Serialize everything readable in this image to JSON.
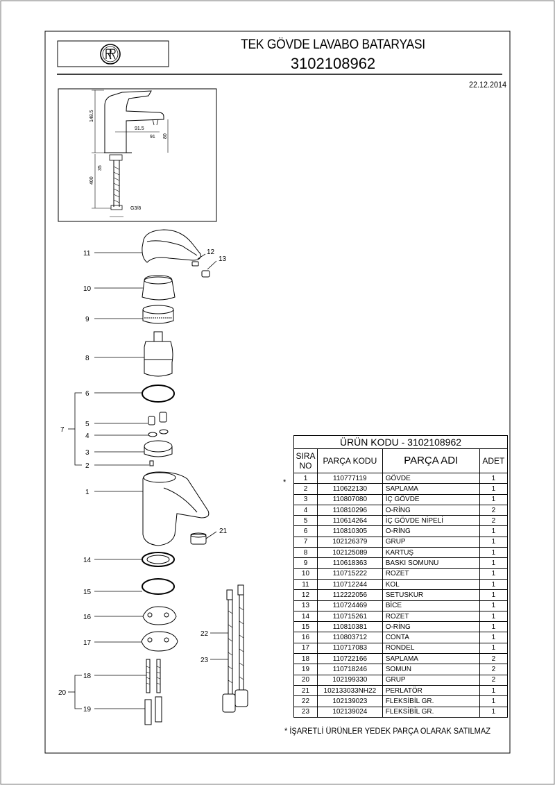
{
  "header": {
    "title": "TEK GÖVDE LAVABO BATARYASI",
    "product_code": "3102108962",
    "date": "22.12.2014"
  },
  "dimension_labels": {
    "height": "148.5",
    "reach": "91.5",
    "angle": "91",
    "spout_height": "80",
    "shank": "35",
    "hose": "400",
    "thread": "G3/8"
  },
  "callouts": [
    "1",
    "2",
    "3",
    "4",
    "5",
    "6",
    "7",
    "8",
    "9",
    "10",
    "11",
    "12",
    "13",
    "14",
    "15",
    "16",
    "17",
    "18",
    "19",
    "20",
    "21",
    "22",
    "23"
  ],
  "table": {
    "caption": "ÜRÜN KODU - 3102108962",
    "headers": {
      "no_line1": "SIRA",
      "no_line2": "NO",
      "code": "PARÇA KODU",
      "name": "PARÇA ADI",
      "qty": "ADET"
    },
    "rows": [
      {
        "no": "1",
        "code": "110777119",
        "name": "GÖVDE",
        "qty": "1"
      },
      {
        "no": "2",
        "code": "110622130",
        "name": "SAPLAMA",
        "qty": "1"
      },
      {
        "no": "3",
        "code": "110807080",
        "name": "İÇ GÖVDE",
        "qty": "1"
      },
      {
        "no": "4",
        "code": "110810296",
        "name": "O-RİNG",
        "qty": "2"
      },
      {
        "no": "5",
        "code": "110614264",
        "name": "İÇ GÖVDE NİPELİ",
        "qty": "2"
      },
      {
        "no": "6",
        "code": "110810305",
        "name": "O-RİNG",
        "qty": "1"
      },
      {
        "no": "7",
        "code": "102126379",
        "name": "GRUP",
        "qty": "1"
      },
      {
        "no": "8",
        "code": "102125089",
        "name": "KARTUŞ",
        "qty": "1"
      },
      {
        "no": "9",
        "code": "110618363",
        "name": "BASKI SOMUNU",
        "qty": "1"
      },
      {
        "no": "10",
        "code": "110715222",
        "name": "ROZET",
        "qty": "1"
      },
      {
        "no": "11",
        "code": "110712244",
        "name": "KOL",
        "qty": "1"
      },
      {
        "no": "12",
        "code": "112222056",
        "name": "SETUSKUR",
        "qty": "1"
      },
      {
        "no": "13",
        "code": "110724469",
        "name": "BİCE",
        "qty": "1"
      },
      {
        "no": "14",
        "code": "110715261",
        "name": "ROZET",
        "qty": "1"
      },
      {
        "no": "15",
        "code": "110810381",
        "name": "O-RİNG",
        "qty": "1"
      },
      {
        "no": "16",
        "code": "110803712",
        "name": "CONTA",
        "qty": "1"
      },
      {
        "no": "17",
        "code": "110717083",
        "name": "RONDEL",
        "qty": "1"
      },
      {
        "no": "18",
        "code": "110722166",
        "name": "SAPLAMA",
        "qty": "2"
      },
      {
        "no": "19",
        "code": "110718246",
        "name": "SOMUN",
        "qty": "2"
      },
      {
        "no": "20",
        "code": "102199330",
        "name": "GRUP",
        "qty": "2"
      },
      {
        "no": "21",
        "code": "102133033NH22",
        "name": "PERLATÖR",
        "qty": "1"
      },
      {
        "no": "22",
        "code": "102139023",
        "name": "FLEKSİBİL GR.",
        "qty": "1"
      },
      {
        "no": "23",
        "code": "102139024",
        "name": "FLEKSİBİL GR.",
        "qty": "1"
      }
    ]
  },
  "star_mark": "*",
  "footnote": "*  İŞARETLİ ÜRÜNLER YEDEK PARÇA OLARAK SATILMAZ"
}
